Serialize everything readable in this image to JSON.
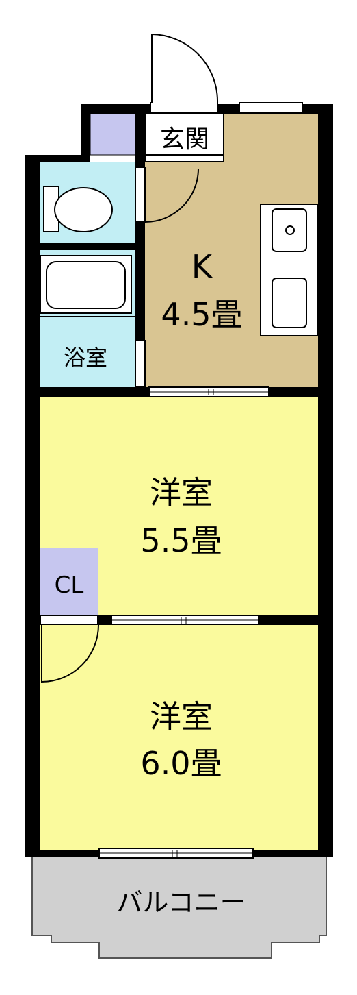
{
  "rooms": {
    "entrance": {
      "label": "玄関"
    },
    "kitchen": {
      "label": "K",
      "size": "4.5畳"
    },
    "bath": {
      "label": "浴室"
    },
    "western1": {
      "label": "洋室",
      "size": "5.5畳"
    },
    "closet": {
      "label": "CL"
    },
    "western2": {
      "label": "洋室",
      "size": "6.0畳"
    },
    "balcony": {
      "label": "バルコニー"
    }
  },
  "colors": {
    "wall": "#000000",
    "kitchen_floor": "#d9c592",
    "western_floor": "#fafa9d",
    "wet_area": "#c2eef4",
    "closet": "#c6c6ef",
    "balcony": "#d0d0d0"
  }
}
